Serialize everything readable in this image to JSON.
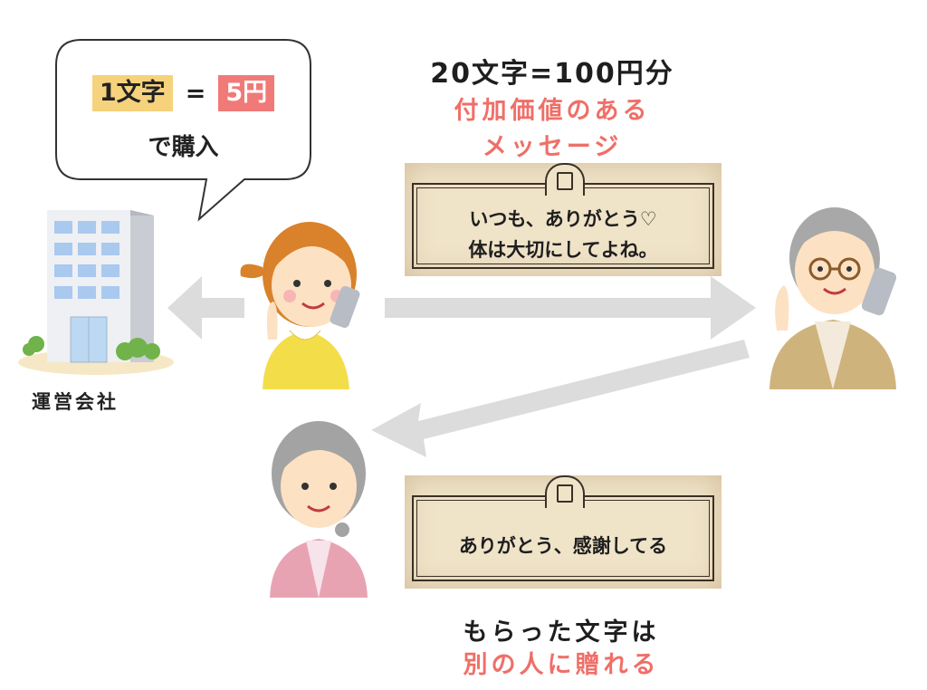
{
  "bubble": {
    "chip_left": "1文字",
    "equals": "=",
    "chip_right": "5円",
    "purchase": "で購入"
  },
  "header": {
    "price_line": "20文字=100円分",
    "red_line_1": "付加価値のある",
    "red_line_2": "メッセージ"
  },
  "card_top": {
    "line_1": "いつも、ありがとう♡",
    "line_2": "体は大切にしてよね。"
  },
  "card_bottom": {
    "line_1": "ありがとう、感謝してる"
  },
  "company": {
    "label": "運営会社"
  },
  "footer": {
    "line_1": "もらった文字は",
    "line_2": "別の人に贈れる"
  },
  "colors": {
    "red_accent": "#ef6f68",
    "yellow_chip": "#f6d27d",
    "arrow_gray": "#dcdcdc"
  }
}
